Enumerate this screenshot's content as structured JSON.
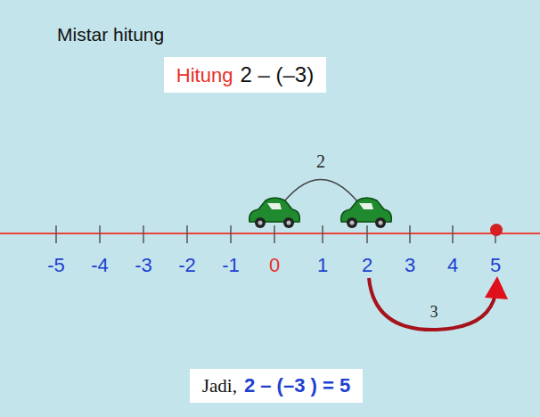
{
  "diagram": {
    "title": "Mistar hitung",
    "nodes": [
      {
        "text": [
          "Hitung",
          "2 – (–3)"
        ]
      },
      {
        "text": [
          "Jadi,",
          "2 – (–3 ) = 5"
        ]
      }
    ],
    "labels": [
      "-5",
      "-4",
      "-3",
      "-2",
      "-1",
      "0",
      "1",
      "2",
      "3",
      "4",
      "5",
      "2",
      "3"
    ]
  }
}
